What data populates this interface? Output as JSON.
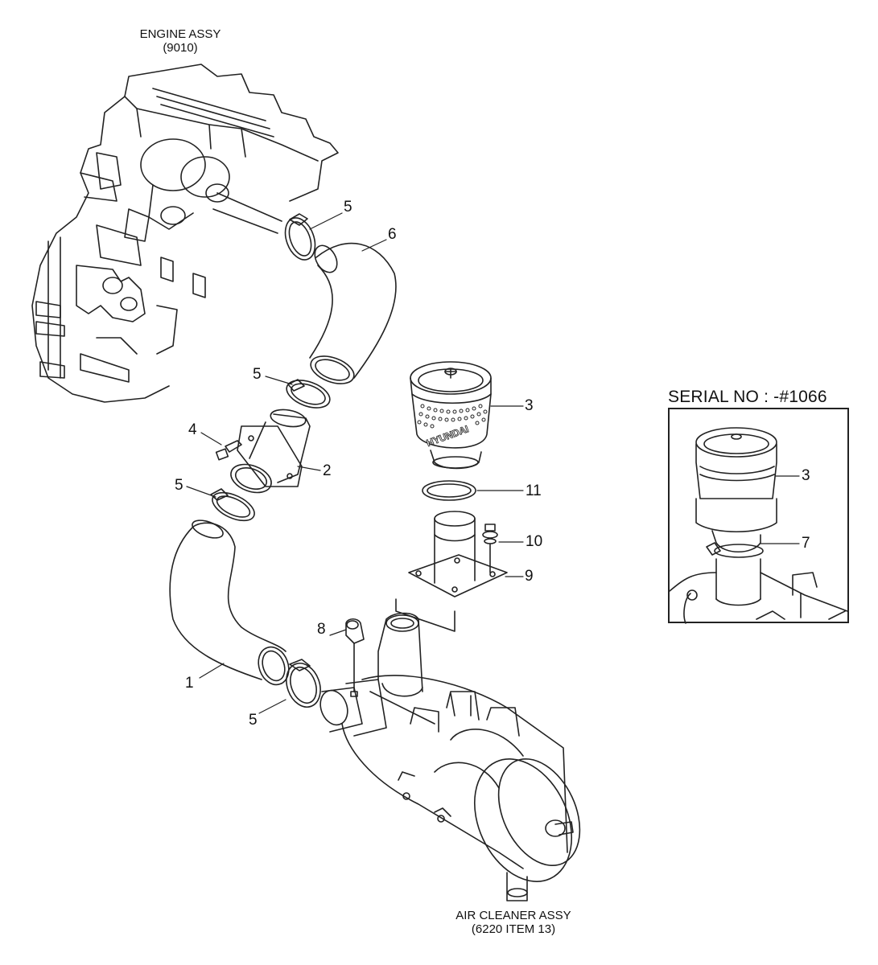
{
  "titles": {
    "engine": {
      "line1": "ENGINE ASSY",
      "line2": "(9010)"
    },
    "air_cleaner": {
      "line1": "AIR CLEANER ASSY",
      "line2": "(6220 ITEM 13)"
    }
  },
  "inset": {
    "serial": "SERIAL NO : -#1066"
  },
  "brand_text": "HYUNDAI",
  "callouts": {
    "c1": "1",
    "c2": "2",
    "c3": "3",
    "c4": "4",
    "c5a": "5",
    "c5b": "5",
    "c5c": "5",
    "c5d": "5",
    "c6": "6",
    "c8": "8",
    "c9": "9",
    "c10": "10",
    "c11": "11",
    "i3": "3",
    "i7": "7"
  },
  "colors": {
    "line": "#222222",
    "background": "#ffffff"
  }
}
